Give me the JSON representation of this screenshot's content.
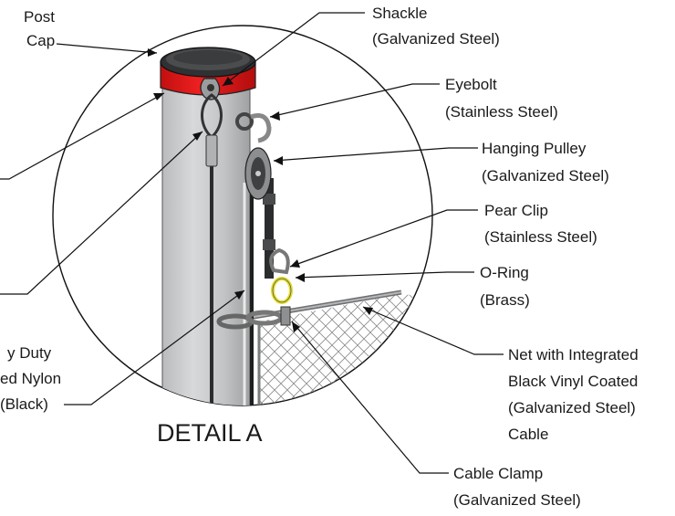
{
  "diagram": {
    "caption": "DETAIL A",
    "callouts": [
      {
        "id": "post-cap",
        "lines": [
          "Post",
          "Cap"
        ]
      },
      {
        "id": "shackle",
        "lines": [
          "Shackle",
          "(Galvanized Steel)"
        ]
      },
      {
        "id": "eyebolt",
        "lines": [
          "Eyebolt",
          "(Stainless Steel)"
        ]
      },
      {
        "id": "hanging-pulley",
        "lines": [
          "Hanging Pulley",
          "(Galvanized Steel)"
        ]
      },
      {
        "id": "pear-clip",
        "lines": [
          "Pear Clip",
          "(Stainless Steel)"
        ]
      },
      {
        "id": "o-ring",
        "lines": [
          "O-Ring",
          "(Brass)"
        ]
      },
      {
        "id": "net",
        "lines": [
          "Net with Integrated",
          "Black Vinyl Coated",
          "(Galvanized Steel)",
          "Cable"
        ]
      },
      {
        "id": "cable-clamp",
        "lines": [
          "Cable Clamp",
          "(Galvanized Steel)"
        ]
      },
      {
        "id": "rope",
        "lines": [
          "y Duty",
          "ed Nylon",
          "(Black)"
        ]
      }
    ],
    "colors": {
      "cap_band": "#e01818",
      "post": "#c4c6c8",
      "o_ring": "#e2dc2a",
      "cap_top": "#3a3c3e"
    }
  }
}
